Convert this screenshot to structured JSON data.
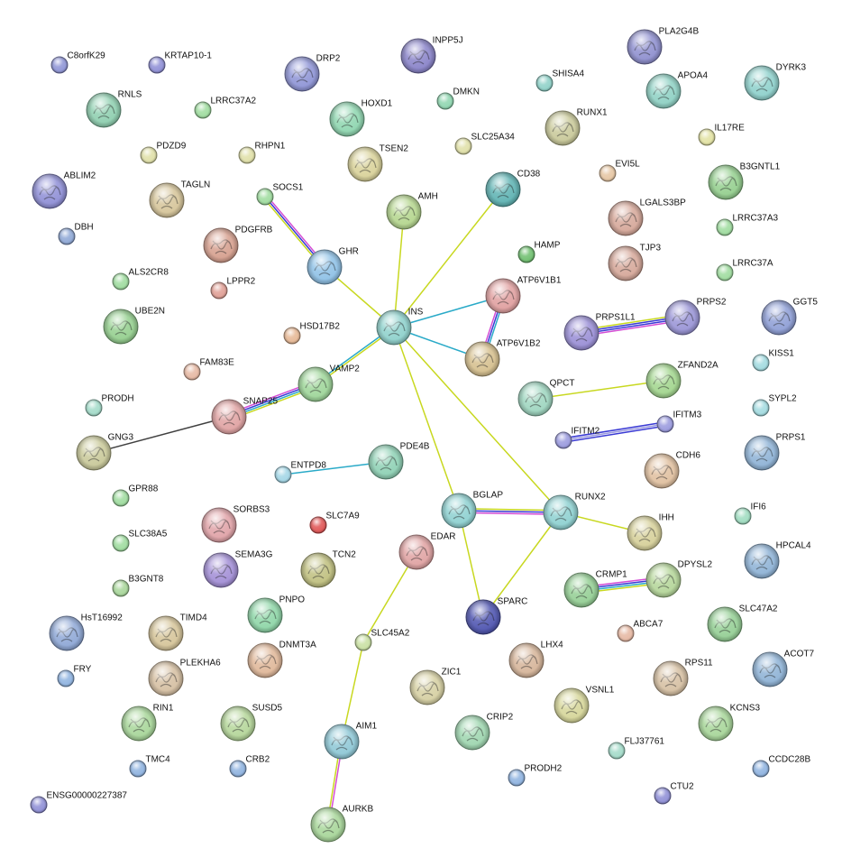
{
  "network": {
    "nodes": [
      {
        "id": "C8orfK29",
        "color": "#8f95d6",
        "size": "s"
      },
      {
        "id": "KRTAP10-1",
        "color": "#8f8fd6",
        "size": "s"
      },
      {
        "id": "DRP2",
        "color": "#8f95d6",
        "size": "l"
      },
      {
        "id": "INPP5J",
        "color": "#8a84c9",
        "size": "l"
      },
      {
        "id": "PLA2G4B",
        "color": "#8f90cf",
        "size": "l"
      },
      {
        "id": "SHISA4",
        "color": "#8fd1c8",
        "size": "s"
      },
      {
        "id": "APOA4",
        "color": "#8fd1c4",
        "size": "l"
      },
      {
        "id": "DYRK3",
        "color": "#8fd1cc",
        "size": "l"
      },
      {
        "id": "RNLS",
        "color": "#8fcfb0",
        "size": "l"
      },
      {
        "id": "LRRC37A2",
        "color": "#9fdc9f",
        "size": "s"
      },
      {
        "id": "HOXD1",
        "color": "#8fd6b0",
        "size": "l"
      },
      {
        "id": "DMKN",
        "color": "#8fd6b0",
        "size": "s"
      },
      {
        "id": "RUNX1",
        "color": "#c9c99a",
        "size": "l"
      },
      {
        "id": "IL17RE",
        "color": "#e2e2a3",
        "size": "s"
      },
      {
        "id": "PDZD9",
        "color": "#e0e0a8",
        "size": "s"
      },
      {
        "id": "RHPN1",
        "color": "#e0e0a8",
        "size": "s"
      },
      {
        "id": "TSEN2",
        "color": "#d9d29a",
        "size": "l"
      },
      {
        "id": "SLC25A34",
        "color": "#e0e0a8",
        "size": "s"
      },
      {
        "id": "EVI5L",
        "color": "#e6c6a3",
        "size": "s"
      },
      {
        "id": "B3GNTL1",
        "color": "#95cf8f",
        "size": "l"
      },
      {
        "id": "ABLIM2",
        "color": "#8f8fd6",
        "size": "l"
      },
      {
        "id": "TAGLN",
        "color": "#d6c59a",
        "size": "l"
      },
      {
        "id": "SOCS1",
        "color": "#9fdc9f",
        "size": "s"
      },
      {
        "id": "AMH",
        "color": "#b5d68f",
        "size": "l"
      },
      {
        "id": "CD38",
        "color": "#5fb3b3",
        "size": "l"
      },
      {
        "id": "LGALS3BP",
        "color": "#d6a89a",
        "size": "l"
      },
      {
        "id": "DBH",
        "color": "#8fa8d6",
        "size": "s"
      },
      {
        "id": "PDGFRB",
        "color": "#d6a08f",
        "size": "l"
      },
      {
        "id": "GHR",
        "color": "#8fc1e6",
        "size": "l"
      },
      {
        "id": "HAMP",
        "color": "#6fbf6f",
        "size": "s"
      },
      {
        "id": "LRRC37A3",
        "color": "#9fdc9f",
        "size": "s"
      },
      {
        "id": "TJP3",
        "color": "#d6a89a",
        "size": "l"
      },
      {
        "id": "ALS2CR8",
        "color": "#9fdc9f",
        "size": "s"
      },
      {
        "id": "LPPR2",
        "color": "#e09f95",
        "size": "s"
      },
      {
        "id": "ATP6V1B1",
        "color": "#e0a0a0",
        "size": "l"
      },
      {
        "id": "LRRC37A",
        "color": "#9fdc9f",
        "size": "s"
      },
      {
        "id": "GGT5",
        "color": "#8f9fd6",
        "size": "l"
      },
      {
        "id": "UBE2N",
        "color": "#95cf8f",
        "size": "l"
      },
      {
        "id": "INS",
        "color": "#8fd1cc",
        "size": "l"
      },
      {
        "id": "PRPS1L1",
        "color": "#9a8fd6",
        "size": "l"
      },
      {
        "id": "PRPS2",
        "color": "#9a95d6",
        "size": "l"
      },
      {
        "id": "HSD17B2",
        "color": "#e6b895",
        "size": "s"
      },
      {
        "id": "ATP6V1B2",
        "color": "#d6c08f",
        "size": "l"
      },
      {
        "id": "KISS1",
        "color": "#a3dbe0",
        "size": "s"
      },
      {
        "id": "FAM83E",
        "color": "#e6b8a3",
        "size": "s"
      },
      {
        "id": "VAMP2",
        "color": "#9fd69a",
        "size": "l"
      },
      {
        "id": "ZFAND2A",
        "color": "#a3d68f",
        "size": "l"
      },
      {
        "id": "PRODH",
        "color": "#a3dbc9",
        "size": "s"
      },
      {
        "id": "SNAP25",
        "color": "#e0a3a3",
        "size": "l"
      },
      {
        "id": "QPCT",
        "color": "#9fd6c0",
        "size": "l"
      },
      {
        "id": "SYPL2",
        "color": "#a3dbe0",
        "size": "s"
      },
      {
        "id": "IFITM3",
        "color": "#9a9ade",
        "size": "s"
      },
      {
        "id": "GNG3",
        "color": "#c9c99a",
        "size": "l"
      },
      {
        "id": "IFITM2",
        "color": "#9a9ade",
        "size": "s"
      },
      {
        "id": "PRPS1",
        "color": "#8fb3d6",
        "size": "l"
      },
      {
        "id": "ENTPD8",
        "color": "#a3d6e6",
        "size": "s"
      },
      {
        "id": "PDE4B",
        "color": "#8fd1b5",
        "size": "l"
      },
      {
        "id": "CDH6",
        "color": "#e0c0a0",
        "size": "l"
      },
      {
        "id": "GPR88",
        "color": "#9fdc9f",
        "size": "s"
      },
      {
        "id": "BGLAP",
        "color": "#8fd1d1",
        "size": "l"
      },
      {
        "id": "RUNX2",
        "color": "#8fd1d1",
        "size": "l"
      },
      {
        "id": "IFI6",
        "color": "#9fdcc0",
        "size": "s"
      },
      {
        "id": "SORBS3",
        "color": "#e0a3a8",
        "size": "l"
      },
      {
        "id": "SLC7A9",
        "color": "#e05555",
        "size": "s"
      },
      {
        "id": "IHH",
        "color": "#d6d09a",
        "size": "l"
      },
      {
        "id": "HPCAL4",
        "color": "#8fb3d6",
        "size": "l"
      },
      {
        "id": "SLC38A5",
        "color": "#9fdc9f",
        "size": "s"
      },
      {
        "id": "EDAR",
        "color": "#e0a3a3",
        "size": "l"
      },
      {
        "id": "SEMA3G",
        "color": "#a38fd6",
        "size": "l"
      },
      {
        "id": "TCN2",
        "color": "#c0c080",
        "size": "l"
      },
      {
        "id": "CRMP1",
        "color": "#95cf95",
        "size": "l"
      },
      {
        "id": "DPYSL2",
        "color": "#b5d69a",
        "size": "l"
      },
      {
        "id": "B3GNT8",
        "color": "#a8d69a",
        "size": "s"
      },
      {
        "id": "SPARC",
        "color": "#4f55b0",
        "size": "l"
      },
      {
        "id": "HsT16992",
        "color": "#8fa8d6",
        "size": "l"
      },
      {
        "id": "TIMD4",
        "color": "#d6c59a",
        "size": "l"
      },
      {
        "id": "PNPO",
        "color": "#8fd6a8",
        "size": "l"
      },
      {
        "id": "ABCA7",
        "color": "#e6b8a3",
        "size": "s"
      },
      {
        "id": "SLC47A2",
        "color": "#95cf95",
        "size": "l"
      },
      {
        "id": "SLC45A2",
        "color": "#c9e0a3",
        "size": "s"
      },
      {
        "id": "LHX4",
        "color": "#d6b59a",
        "size": "l"
      },
      {
        "id": "DNMT3A",
        "color": "#e0b89a",
        "size": "l"
      },
      {
        "id": "PLEKHA6",
        "color": "#d6c0a3",
        "size": "l"
      },
      {
        "id": "ACOT7",
        "color": "#8fb3d6",
        "size": "l"
      },
      {
        "id": "FRY",
        "color": "#8fb3e0",
        "size": "s"
      },
      {
        "id": "RPS11",
        "color": "#d6c0a3",
        "size": "l"
      },
      {
        "id": "ZIC1",
        "color": "#d6d0a3",
        "size": "l"
      },
      {
        "id": "VSNL1",
        "color": "#d6d69a",
        "size": "l"
      },
      {
        "id": "RIN1",
        "color": "#a8d69a",
        "size": "l"
      },
      {
        "id": "SUSD5",
        "color": "#b5d69a",
        "size": "l"
      },
      {
        "id": "AIM1",
        "color": "#8fc8d6",
        "size": "l"
      },
      {
        "id": "CRIP2",
        "color": "#9fd6b0",
        "size": "l"
      },
      {
        "id": "KCNS3",
        "color": "#a8d69a",
        "size": "l"
      },
      {
        "id": "FLJ37761",
        "color": "#a3dbc9",
        "size": "s"
      },
      {
        "id": "TMC4",
        "color": "#8fb3e0",
        "size": "s"
      },
      {
        "id": "CRB2",
        "color": "#8fb3e0",
        "size": "s"
      },
      {
        "id": "CCDC28B",
        "color": "#8fb3e0",
        "size": "s"
      },
      {
        "id": "PRODH2",
        "color": "#8fb3e0",
        "size": "s"
      },
      {
        "id": "CTU2",
        "color": "#8f8fd6",
        "size": "s"
      },
      {
        "id": "ENSG00000227387",
        "color": "#8f8fd6",
        "size": "s"
      },
      {
        "id": "AURKB",
        "color": "#a8d69a",
        "size": "l"
      }
    ],
    "edges": [
      {
        "from": "SOCS1",
        "to": "GHR",
        "colors": [
          "#d44dd4",
          "#3a3ad4",
          "#c8d820"
        ]
      },
      {
        "from": "GHR",
        "to": "INS",
        "colors": [
          "#c8d820"
        ]
      },
      {
        "from": "AMH",
        "to": "INS",
        "colors": [
          "#c8d820"
        ]
      },
      {
        "from": "CD38",
        "to": "INS",
        "colors": [
          "#c8d820"
        ]
      },
      {
        "from": "INS",
        "to": "ATP6V1B1",
        "colors": [
          "#2aaac8"
        ]
      },
      {
        "from": "INS",
        "to": "ATP6V1B2",
        "colors": [
          "#2aaac8"
        ]
      },
      {
        "from": "ATP6V1B1",
        "to": "ATP6V1B2",
        "colors": [
          "#2aaac8",
          "#3a3ad4",
          "#d44dd4"
        ]
      },
      {
        "from": "INS",
        "to": "VAMP2",
        "colors": [
          "#c8d820",
          "#2aaac8"
        ]
      },
      {
        "from": "VAMP2",
        "to": "SNAP25",
        "colors": [
          "#c8d820",
          "#2aaac8",
          "#3a3ad4",
          "#d44dd4"
        ]
      },
      {
        "from": "SNAP25",
        "to": "GNG3",
        "colors": [
          "#404040"
        ]
      },
      {
        "from": "INS",
        "to": "BGLAP",
        "colors": [
          "#c8d820"
        ]
      },
      {
        "from": "INS",
        "to": "RUNX2",
        "colors": [
          "#c8d820"
        ]
      },
      {
        "from": "BGLAP",
        "to": "RUNX2",
        "colors": [
          "#c8d820",
          "#3a3ad4",
          "#d44dd4"
        ]
      },
      {
        "from": "BGLAP",
        "to": "SPARC",
        "colors": [
          "#c8d820"
        ]
      },
      {
        "from": "RUNX2",
        "to": "SPARC",
        "colors": [
          "#c8d820"
        ]
      },
      {
        "from": "RUNX2",
        "to": "IHH",
        "colors": [
          "#c8d820"
        ]
      },
      {
        "from": "ENTPD8",
        "to": "PDE4B",
        "colors": [
          "#2aaac8"
        ]
      },
      {
        "from": "PRPS1L1",
        "to": "PRPS2",
        "colors": [
          "#c8d820",
          "#3a3ad4",
          "#3a3ad4",
          "#d44dd4"
        ]
      },
      {
        "from": "QPCT",
        "to": "ZFAND2A",
        "colors": [
          "#c8d820"
        ]
      },
      {
        "from": "IFITM2",
        "to": "IFITM3",
        "colors": [
          "#3a3ad4",
          "#9a9ade",
          "#3a3ad4"
        ]
      },
      {
        "from": "CRMP1",
        "to": "DPYSL2",
        "colors": [
          "#d44dd4",
          "#3a3ad4",
          "#2aaac8",
          "#c8d820"
        ]
      },
      {
        "from": "EDAR",
        "to": "SLC45A2",
        "colors": [
          "#c8d820"
        ]
      },
      {
        "from": "SLC45A2",
        "to": "AIM1",
        "colors": [
          "#c8d820"
        ]
      },
      {
        "from": "AIM1",
        "to": "AURKB",
        "colors": [
          "#d44dd4",
          "#c8d820"
        ]
      }
    ]
  }
}
